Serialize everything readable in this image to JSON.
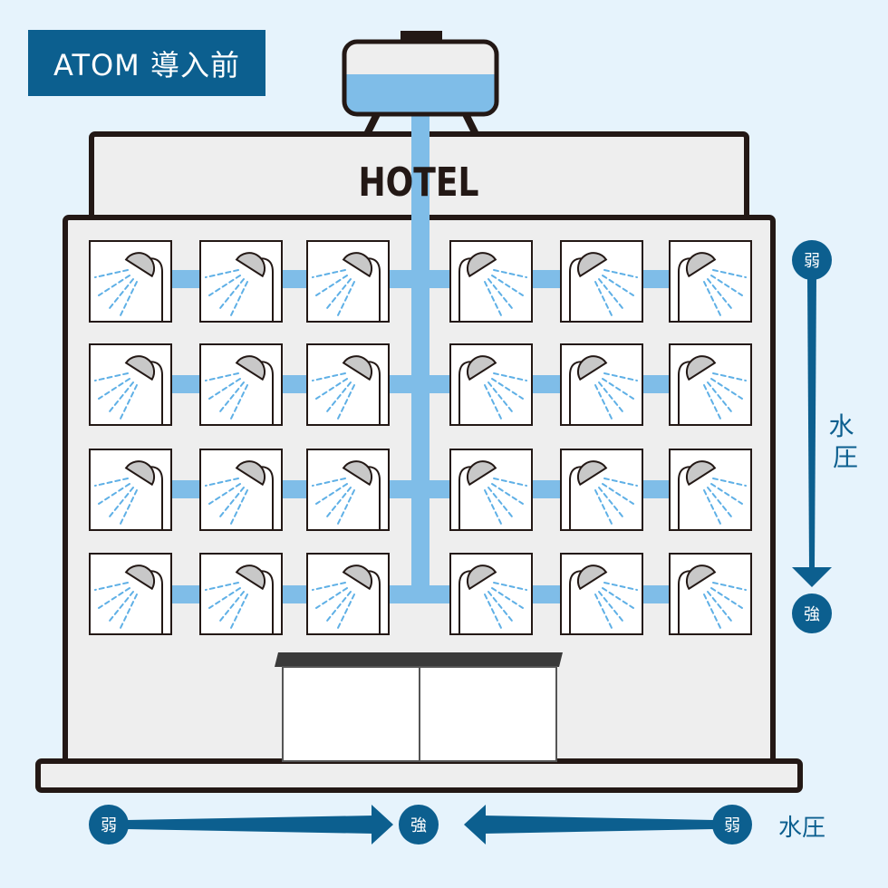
{
  "badge": {
    "label": "ATOM 導入前"
  },
  "building": {
    "sign": "HOTEL"
  },
  "vertical_scale": {
    "top": "弱",
    "bottom": "強",
    "label": "水圧"
  },
  "horizontal_scale": {
    "left": "弱",
    "center": "強",
    "right": "弱",
    "label": "水圧"
  },
  "colors": {
    "water": "#7fbde8",
    "accent": "#0c5f8f",
    "background": "#e6f3fc",
    "building": "#eeeeee"
  },
  "icons": {
    "shower": "shower-head-icon",
    "tank": "water-tank-icon"
  }
}
